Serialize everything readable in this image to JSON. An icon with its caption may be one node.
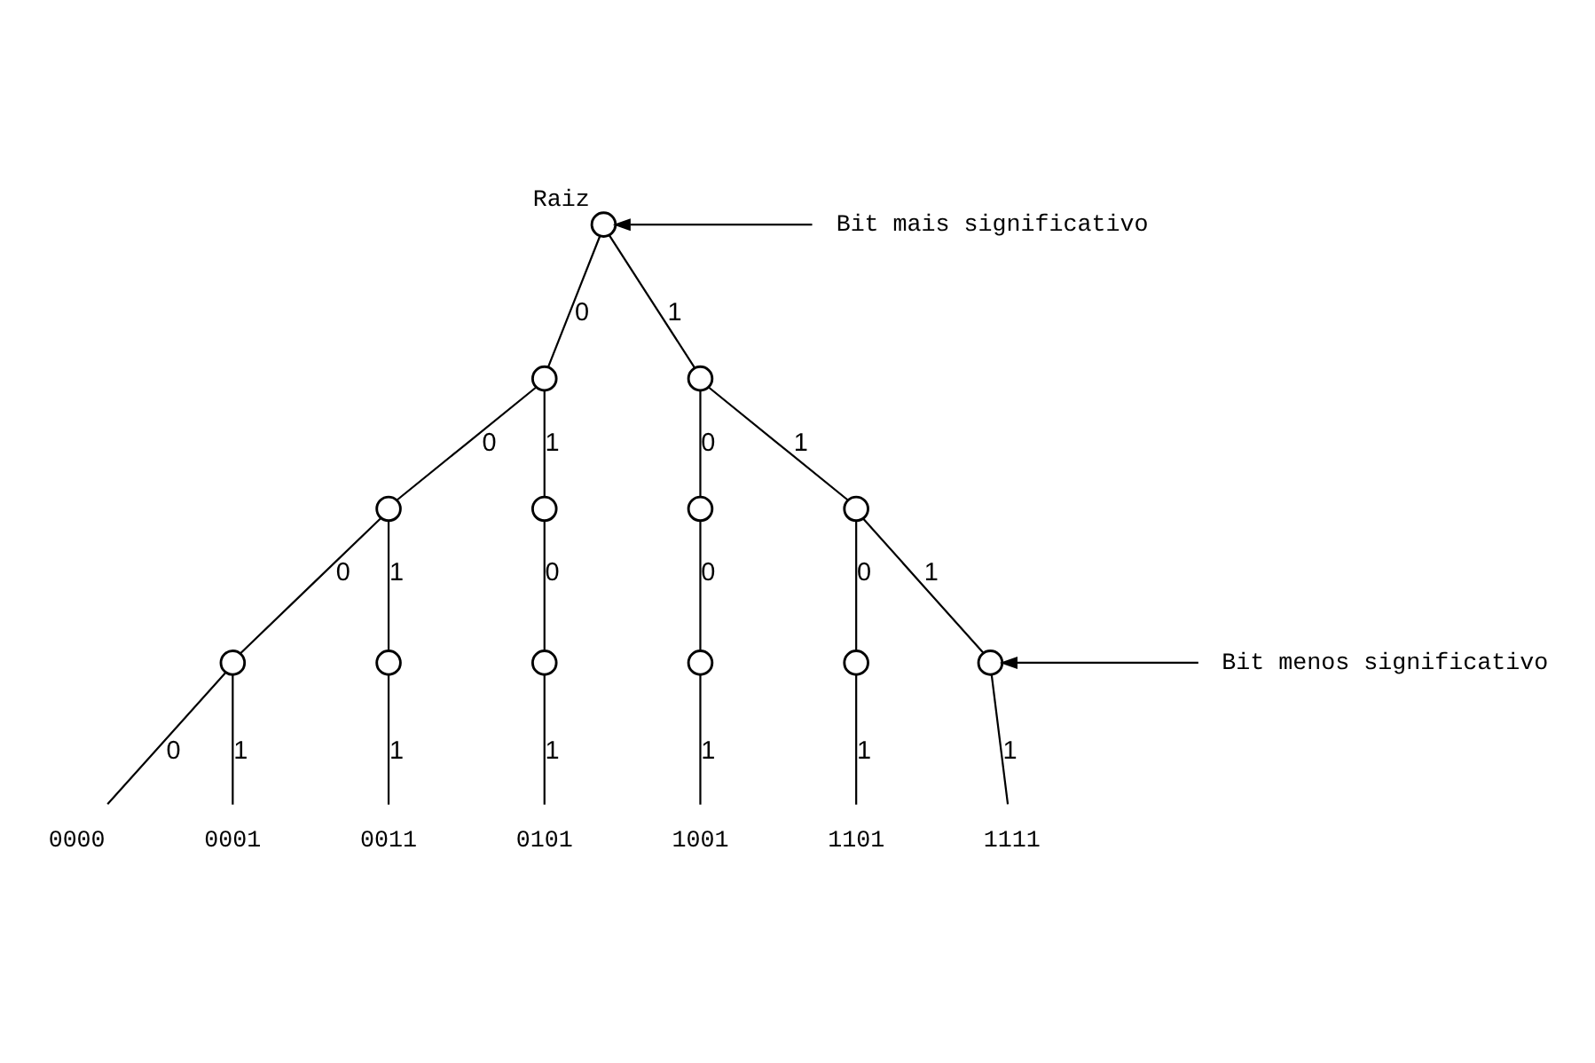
{
  "diagram": {
    "nodes": [
      {
        "text": [],
        "shape": "circle",
        "beside": [
          "Raiz"
        ]
      },
      {
        "text": [
          "Bit mais significativo"
        ]
      },
      {
        "text": [],
        "shape": "circle"
      },
      {
        "text": [],
        "shape": "circle"
      },
      {
        "text": [],
        "shape": "circle"
      },
      {
        "text": [],
        "shape": "circle"
      },
      {
        "text": [],
        "shape": "circle"
      },
      {
        "text": [],
        "shape": "circle"
      },
      {
        "text": [],
        "shape": "circle"
      },
      {
        "text": [],
        "shape": "circle"
      },
      {
        "text": [],
        "shape": "circle"
      },
      {
        "text": [],
        "shape": "circle"
      },
      {
        "text": [],
        "shape": "circle"
      },
      {
        "text": [],
        "shape": "circle"
      },
      {
        "text": [
          "Bit menos significativo"
        ]
      },
      {
        "text": [
          "0000"
        ]
      },
      {
        "text": [
          "0001"
        ]
      },
      {
        "text": [
          "0011"
        ]
      },
      {
        "text": [
          "0101"
        ]
      },
      {
        "text": [
          "1001"
        ]
      },
      {
        "text": [
          "1101"
        ]
      },
      {
        "text": [
          "1111"
        ]
      }
    ],
    "edges": [
      {
        "from": 1,
        "to": 0,
        "arrow": "to"
      },
      {
        "from": 0,
        "to": 2,
        "label": "0",
        "arrow": "none"
      },
      {
        "from": 0,
        "to": 3,
        "label": "1",
        "arrow": "none"
      },
      {
        "from": 2,
        "to": 4,
        "label": "0",
        "arrow": "none"
      },
      {
        "from": 2,
        "to": 5,
        "label": "1",
        "arrow": "none"
      },
      {
        "from": 3,
        "to": 6,
        "label": "0",
        "arrow": "none"
      },
      {
        "from": 3,
        "to": 7,
        "label": "1",
        "arrow": "none"
      },
      {
        "from": 4,
        "to": 8,
        "label": "0",
        "arrow": "none"
      },
      {
        "from": 4,
        "to": 9,
        "label": "1",
        "arrow": "none"
      },
      {
        "from": 5,
        "to": 10,
        "label": "0",
        "arrow": "none"
      },
      {
        "from": 6,
        "to": 11,
        "label": "0",
        "arrow": "none"
      },
      {
        "from": 7,
        "to": 12,
        "label": "0",
        "arrow": "none"
      },
      {
        "from": 7,
        "to": 13,
        "label": "1",
        "arrow": "none"
      },
      {
        "from": 14,
        "to": 13,
        "arrow": "to"
      },
      {
        "from": 8,
        "to": 15,
        "label": "0",
        "arrow": "none"
      },
      {
        "from": 8,
        "to": 16,
        "label": "1",
        "arrow": "none"
      },
      {
        "from": 9,
        "to": 17,
        "label": "1",
        "arrow": "none"
      },
      {
        "from": 10,
        "to": 18,
        "label": "1",
        "arrow": "none"
      },
      {
        "from": 11,
        "to": 19,
        "label": "1",
        "arrow": "none"
      },
      {
        "from": 12,
        "to": 20,
        "label": "1",
        "arrow": "none"
      },
      {
        "from": 13,
        "to": 21,
        "label": "1",
        "arrow": "none"
      }
    ]
  }
}
